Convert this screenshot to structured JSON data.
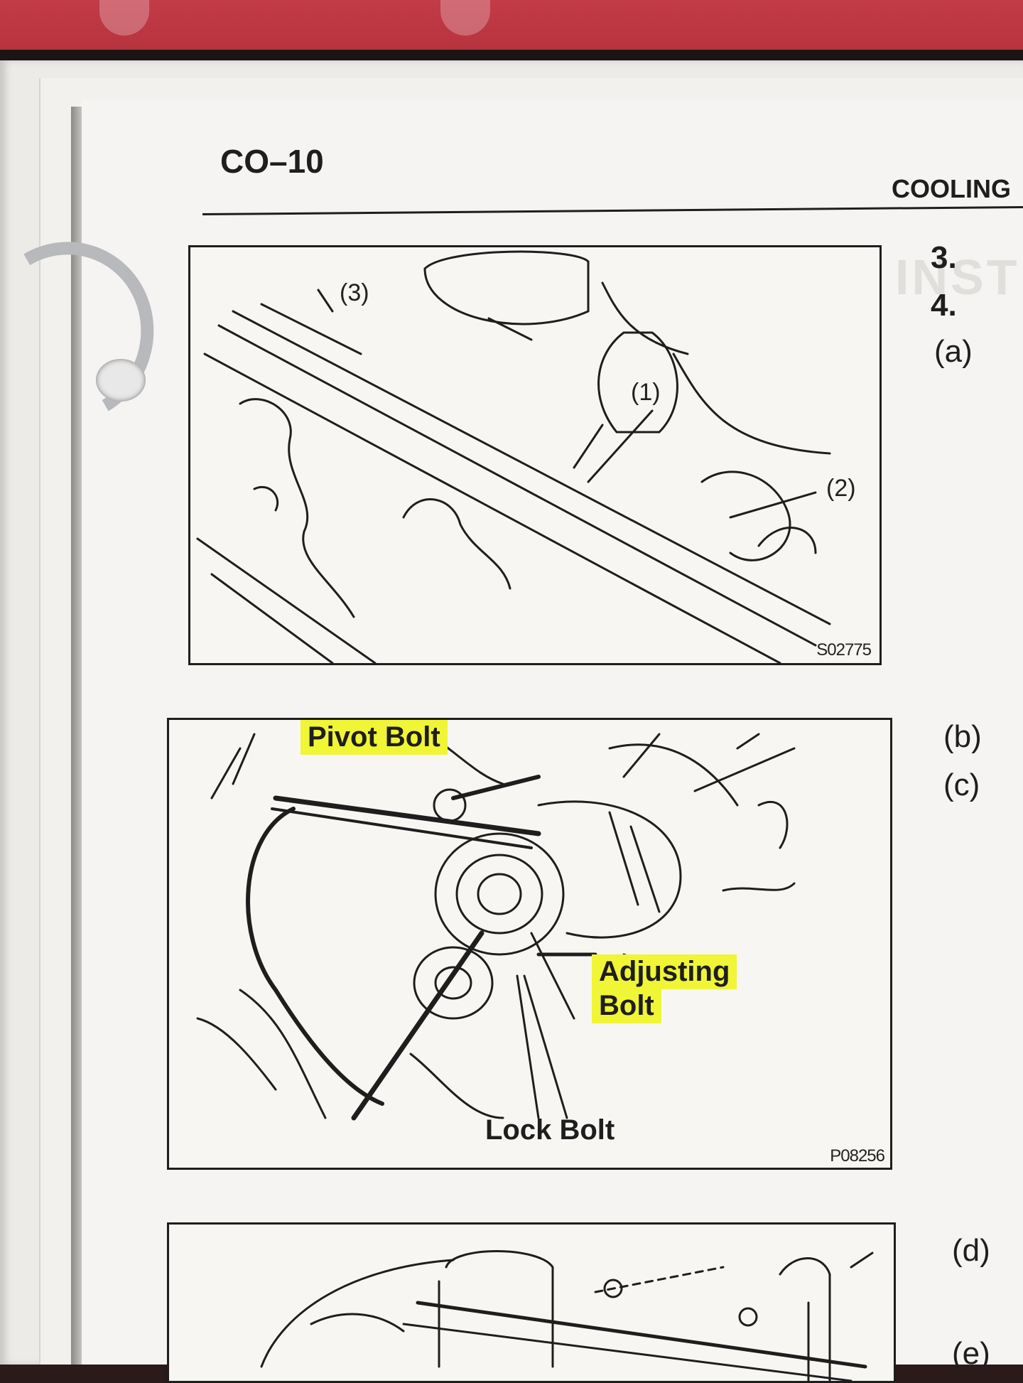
{
  "header": {
    "page_number": "CO–10",
    "section_title": "COOLING"
  },
  "figure1": {
    "callouts": [
      "(1)",
      "(2)",
      "(3)"
    ],
    "code": "S02775"
  },
  "figure2": {
    "labels": {
      "pivot_bolt": "Pivot Bolt",
      "adjusting_bolt_line1": "Adjusting",
      "adjusting_bolt_line2": "Bolt",
      "lock_bolt": "Lock Bolt"
    },
    "code": "P08256"
  },
  "steps": {
    "s3": "3.",
    "s4": "4.",
    "a": "(a)",
    "b": "(b)",
    "c": "(c)",
    "d": "(d)",
    "e": "(e)"
  },
  "colors": {
    "highlight": "#f0f535",
    "ink": "#1e1e1e",
    "binder": "#c23b48"
  }
}
